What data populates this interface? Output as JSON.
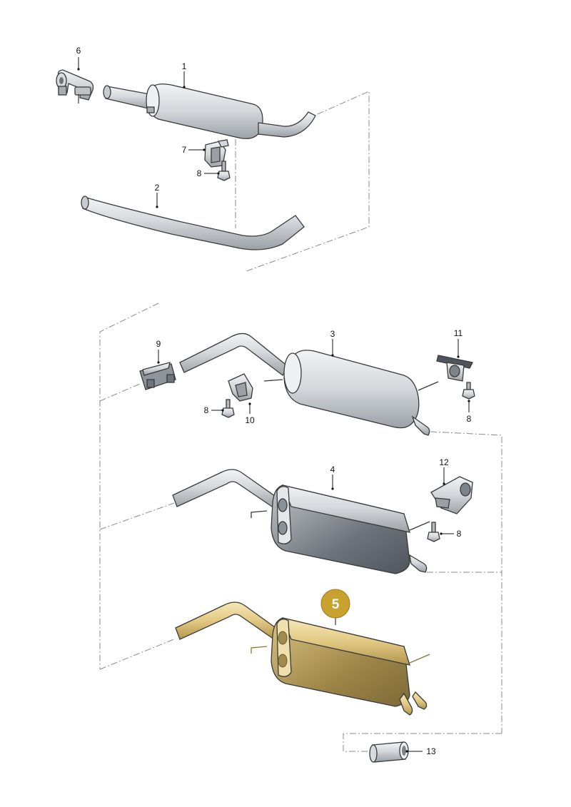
{
  "callouts": {
    "p1": "1",
    "p2": "2",
    "p3": "3",
    "p4": "4",
    "p5": "5",
    "p6": "6",
    "p7": "7",
    "p8a": "8",
    "p8b": "8",
    "p8c": "8",
    "p8d": "8",
    "p9": "9",
    "p10": "10",
    "p11": "11",
    "p12": "12",
    "p13": "13"
  },
  "highlight": {
    "part": "5",
    "badge_color": "#C9A12E",
    "part_color": "#E8D08A"
  },
  "colors": {
    "part_fill": "#D9DCE0",
    "part_dark": "#8E949B",
    "frame": "#8A8A8A"
  }
}
